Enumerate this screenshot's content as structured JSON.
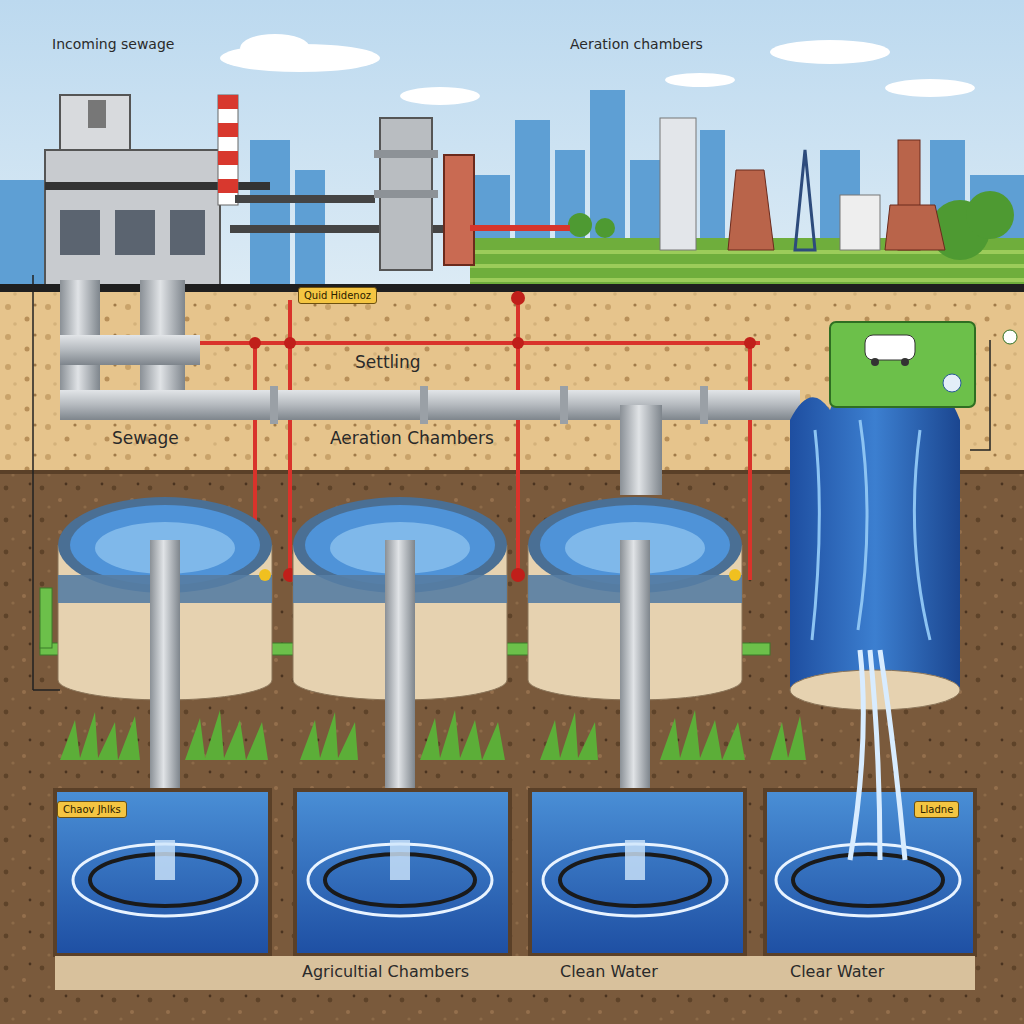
{
  "diagram": {
    "nodes": [
      {
        "text": [
          "Quid Hidenoz"
        ]
      },
      {
        "text": [
          "Chaov Jhlks"
        ]
      },
      {
        "text": [
          "Lladne"
        ]
      }
    ],
    "labels": [
      "Incoming sewage",
      "Aeration chambers",
      "Settling",
      "Sewage",
      "Aeration Chambers",
      "Agricultial Chambers",
      "Clean Water",
      "Clear Water"
    ]
  }
}
